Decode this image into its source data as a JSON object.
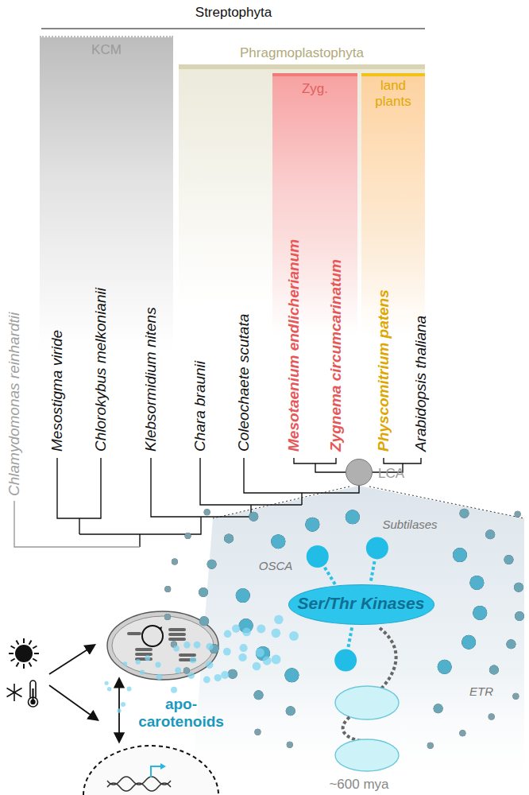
{
  "diagram": {
    "nodes": [
      {
        "text": [
          "KCM"
        ]
      },
      {
        "text": [
          "Phragmoplastophyta"
        ]
      },
      {
        "text": [
          "Zyg."
        ],
        "in": 1
      },
      {
        "text": [
          "land plants"
        ],
        "in": 1
      },
      {
        "text": [
          "LCA"
        ]
      },
      {
        "text": [
          "Ser/Thr Kinases"
        ]
      }
    ],
    "labels": [
      "Streptophyta",
      "Chlamydomonas reinhardtii",
      "Mesostigma viride",
      "Chlorokybus melkonianii",
      "Klebsormidium nitens",
      "Chara braunii",
      "Coleochaete scutata",
      "Mesotaenium endlicherianum",
      "Zygnema circumcarinatum",
      "Physcomitrium patens",
      "Arabidopsis thaliana",
      "OSCA",
      "Subtilases",
      "ETR",
      "apo-carotenoids",
      "~600 mya"
    ]
  }
}
